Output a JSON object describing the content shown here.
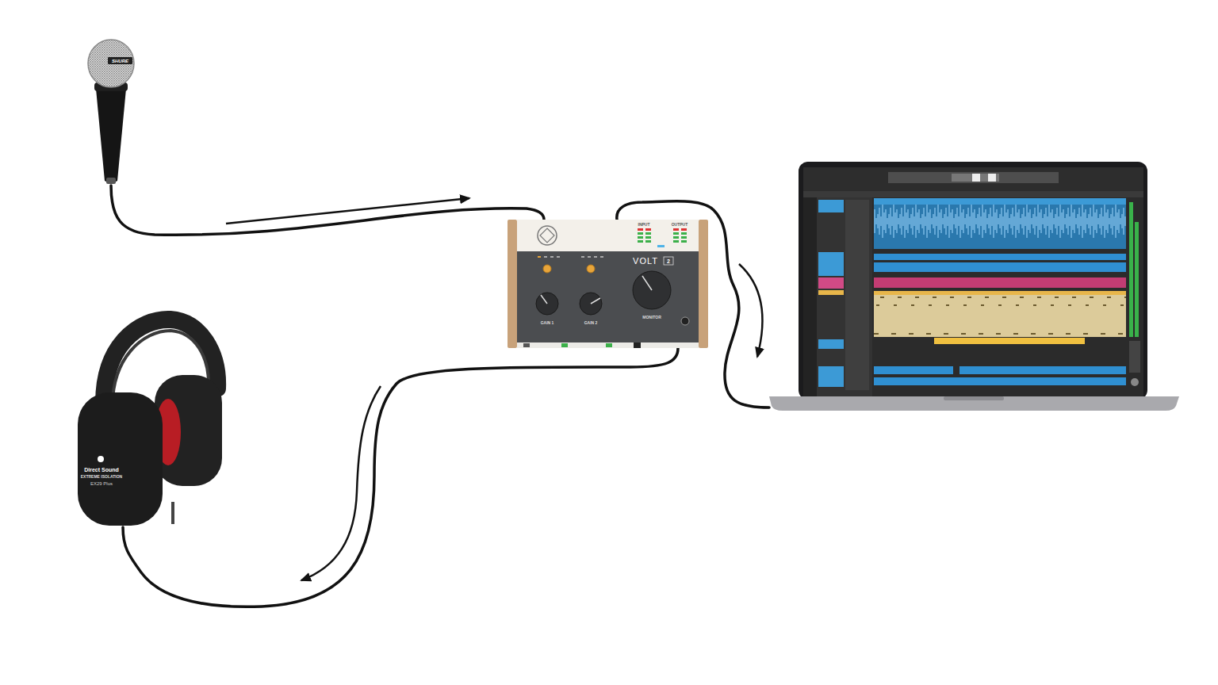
{
  "diagram": {
    "nodes": [
      {
        "text": [
          "SHURE"
        ]
      },
      {
        "text": [
          "INPUT",
          "OUTPUT",
          "VOLT",
          "2",
          "GAIN 1",
          "GAIN 2",
          "MONITOR"
        ]
      },
      {
        "text": [
          "Direct Sound",
          "EXTREME ISOLATION",
          "EX29 Plus"
        ]
      }
    ],
    "edges": [
      {
        "from": 0,
        "to": 1,
        "arrow": "to"
      },
      {
        "from": 1,
        "to": 2,
        "arrow": "to"
      }
    ]
  }
}
